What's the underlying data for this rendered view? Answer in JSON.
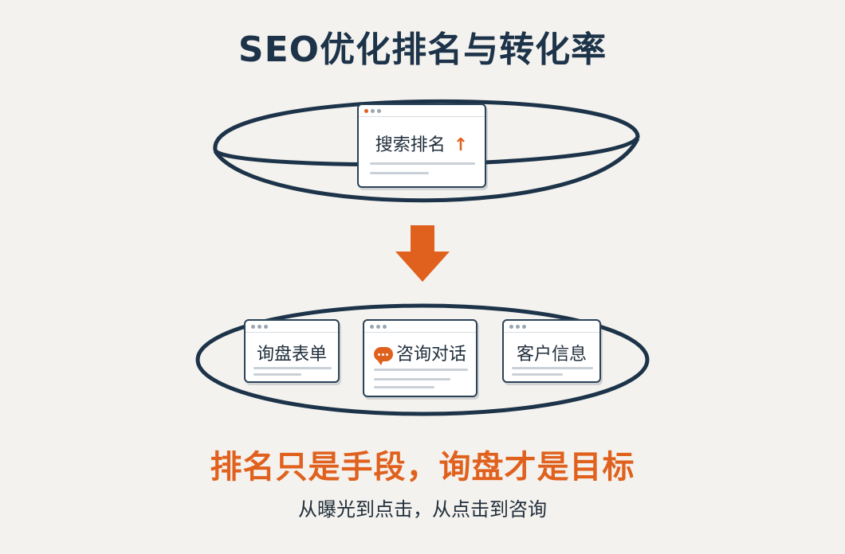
{
  "title": "SEO优化排名与转化率",
  "top_card": {
    "label": "搜索排名"
  },
  "bottom_cards": [
    {
      "label": "询盘表单"
    },
    {
      "label": "咨询对话"
    },
    {
      "label": "客户信息"
    }
  ],
  "headline": "排名只是手段，询盘才是目标",
  "subline": "从曝光到点击，从点击到咨询",
  "colors": {
    "accent": "#e0611e",
    "navy": "#1c3349",
    "background": "#f4f2ee"
  },
  "icons": [
    "arrow-up-icon",
    "down-arrow-icon",
    "chat-bubble-icon"
  ]
}
